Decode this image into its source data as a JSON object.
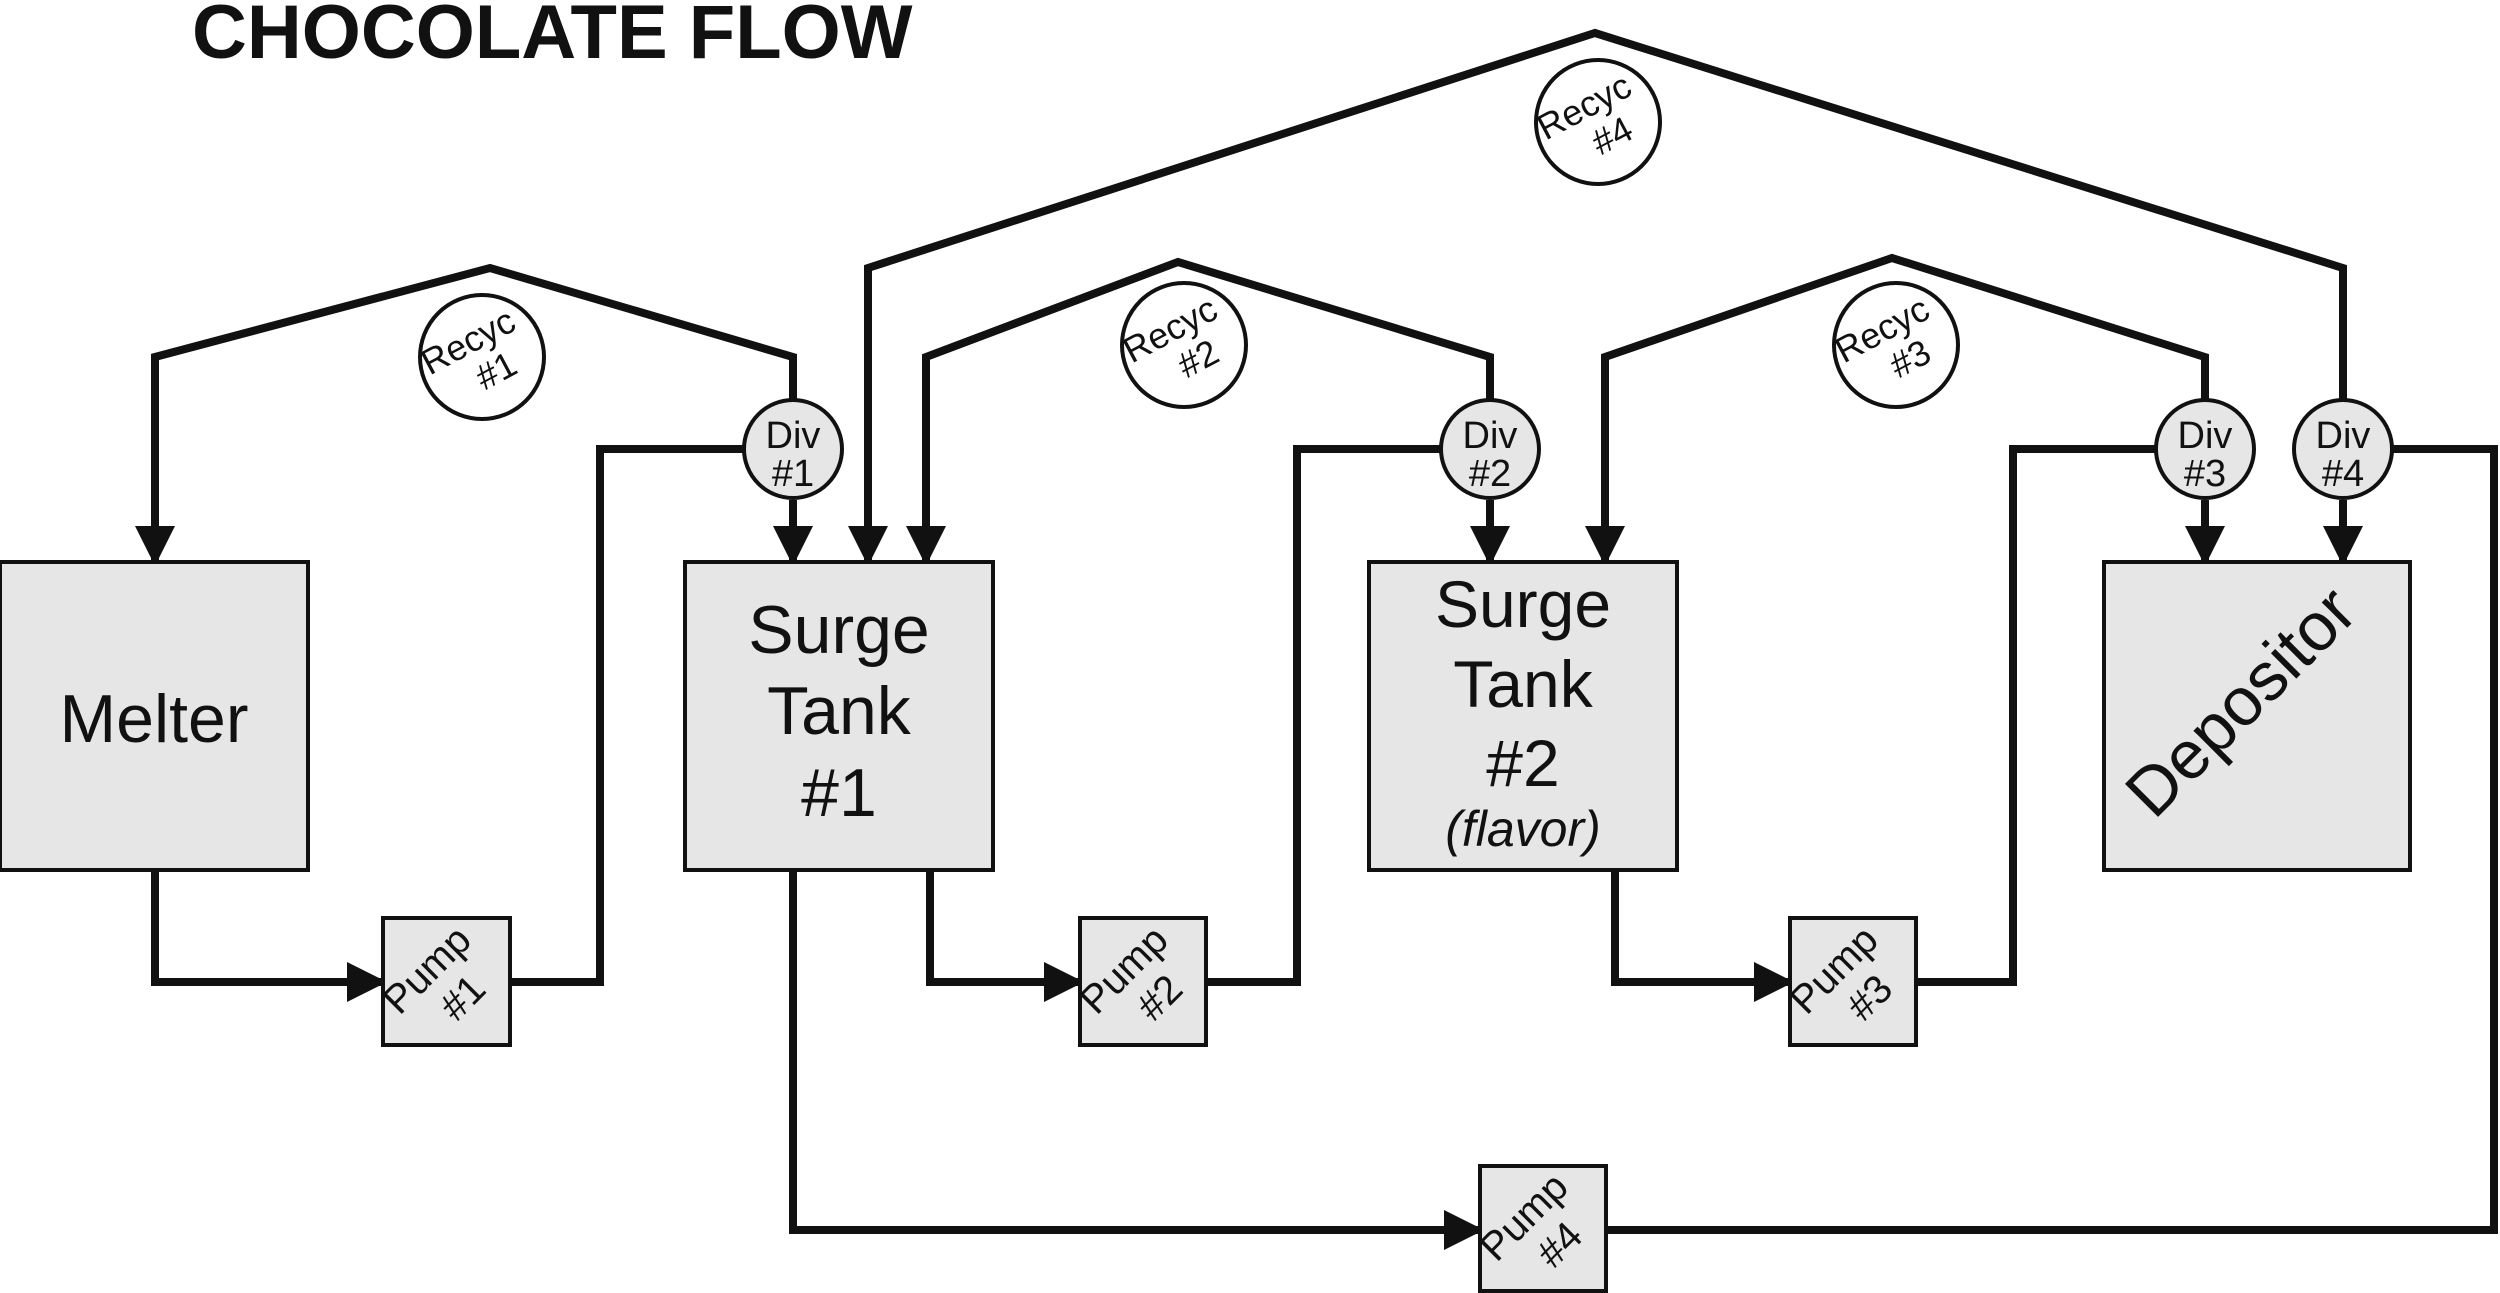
{
  "title": "CHOCOLATE FLOW",
  "tanks": {
    "melter": "Melter",
    "surge1": [
      "Surge",
      "Tank",
      "#1"
    ],
    "surge2": [
      "Surge",
      "Tank",
      "#2",
      "(flavor)"
    ],
    "depositor": "Depositor"
  },
  "pumps": [
    [
      "Pump",
      "#1"
    ],
    [
      "Pump",
      "#2"
    ],
    [
      "Pump",
      "#3"
    ],
    [
      "Pump",
      "#4"
    ]
  ],
  "diverters": [
    [
      "Div",
      "#1"
    ],
    [
      "Div",
      "#2"
    ],
    [
      "Div",
      "#3"
    ],
    [
      "Div",
      "#4"
    ]
  ],
  "recycles": [
    [
      "Recyc",
      "#1"
    ],
    [
      "Recyc",
      "#2"
    ],
    [
      "Recyc",
      "#3"
    ],
    [
      "Recyc",
      "#4"
    ]
  ],
  "colors": {
    "line": "#111111",
    "fill": "#e6e6e6",
    "recycle_fill": "#ffffff"
  }
}
